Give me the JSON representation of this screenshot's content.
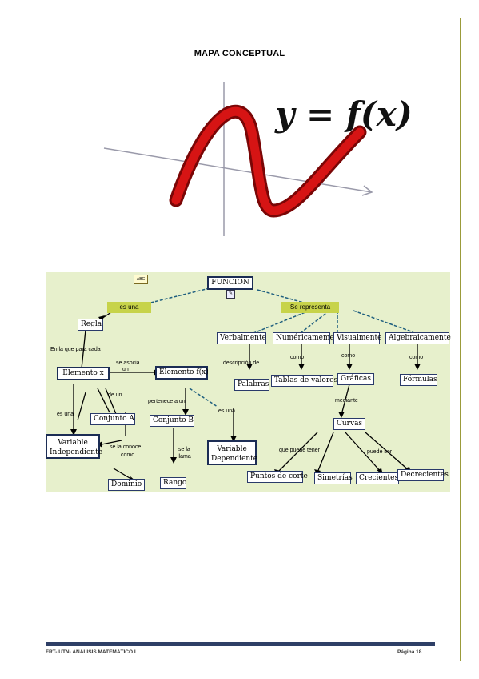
{
  "page": {
    "title": "MAPA CONCEPTUAL",
    "formula": "y = f(x)"
  },
  "concept_map": {
    "root": "FUNCION",
    "branch_left": "es una",
    "branch_right": "Se representa",
    "regla": "Regla",
    "lbl_en_la_que": "En la que para cada",
    "elemento_x": "Elemento x",
    "lbl_se_asocia": "se asocia",
    "lbl_un": "un",
    "elemento_fx": "Elemento f(x)",
    "lbl_de_un": "de un",
    "lbl_es_una_left": "es una",
    "conjunto_a": "Conjunto A",
    "lbl_pertenece": "pertenece a un",
    "conjunto_b": "Conjunto B",
    "lbl_es_una_right": "es una",
    "variable_indep_1": "Variable",
    "variable_indep_2": "Independiente",
    "lbl_se_la_conoce_1": "se la conoce",
    "lbl_se_la_conoce_2": "como",
    "dominio": "Dominio",
    "lbl_se_la_llama_1": "se la",
    "lbl_se_la_llama_2": "llama",
    "rango": "Rango",
    "variable_dep_1": "Variable",
    "variable_dep_2": "Dependiente",
    "verbalmente": "Verbalmente",
    "numericamente": "Numéricameme",
    "visualmente": "Visualmente",
    "algebraicamente": "Algebraicamente",
    "lbl_descripcion": "descripción de",
    "lbl_como_1": "como",
    "lbl_como_2": "como",
    "lbl_como_3": "como",
    "palabras": "Palabras",
    "tablas": "Tablas de valores",
    "graficas": "Gráficas",
    "formulas": "Fórmulas",
    "lbl_mediante": "mediante",
    "curvas": "Curvas",
    "lbl_que_puede": "que puede tener",
    "lbl_puede_ser": "puede ser",
    "puntos_corte": "Puntos de corte",
    "simetrias": "Simetrías",
    "crecientes": "Crecientes",
    "decrecientes": "Decrecientes",
    "icon_tag": "tag-icon",
    "icon_small": "map-icon"
  },
  "footer": {
    "left": "FRT- UTN- ANÁLISIS MATEMÁTICO I",
    "right": "Página 18"
  },
  "colors": {
    "curve": "#cc1111",
    "axis": "#9a9aaa",
    "map_bg": "#e7f0cc",
    "pill": "#c7d34a",
    "link": "#1f5f7f"
  }
}
